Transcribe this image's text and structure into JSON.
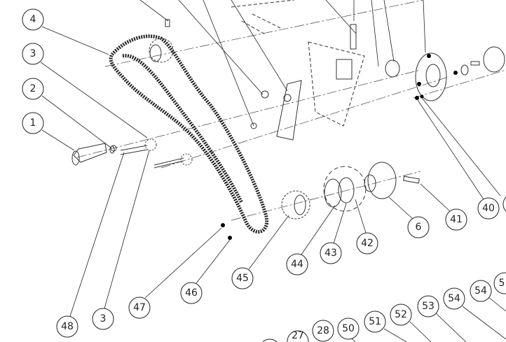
{
  "balloons": [
    {
      "id": "b4",
      "label": "4"
    },
    {
      "id": "b3a",
      "label": "3"
    },
    {
      "id": "b2",
      "label": "2"
    },
    {
      "id": "b1",
      "label": "1"
    },
    {
      "id": "b48",
      "label": "48"
    },
    {
      "id": "b3b",
      "label": "3"
    },
    {
      "id": "b47",
      "label": "47"
    },
    {
      "id": "b46",
      "label": "46"
    },
    {
      "id": "b45",
      "label": "45"
    },
    {
      "id": "b44",
      "label": "44"
    },
    {
      "id": "b43",
      "label": "43"
    },
    {
      "id": "b42",
      "label": "42"
    },
    {
      "id": "b6",
      "label": "6"
    },
    {
      "id": "b41",
      "label": "41"
    },
    {
      "id": "b40",
      "label": "40"
    },
    {
      "id": "b27",
      "label": "27"
    },
    {
      "id": "b28",
      "label": "28"
    },
    {
      "id": "b50",
      "label": "50"
    },
    {
      "id": "b51",
      "label": "51"
    },
    {
      "id": "b52",
      "label": "52"
    },
    {
      "id": "b53",
      "label": "53"
    },
    {
      "id": "b54a",
      "label": "54"
    },
    {
      "id": "b54b",
      "label": "54"
    },
    {
      "id": "b5x",
      "label": "5"
    }
  ]
}
